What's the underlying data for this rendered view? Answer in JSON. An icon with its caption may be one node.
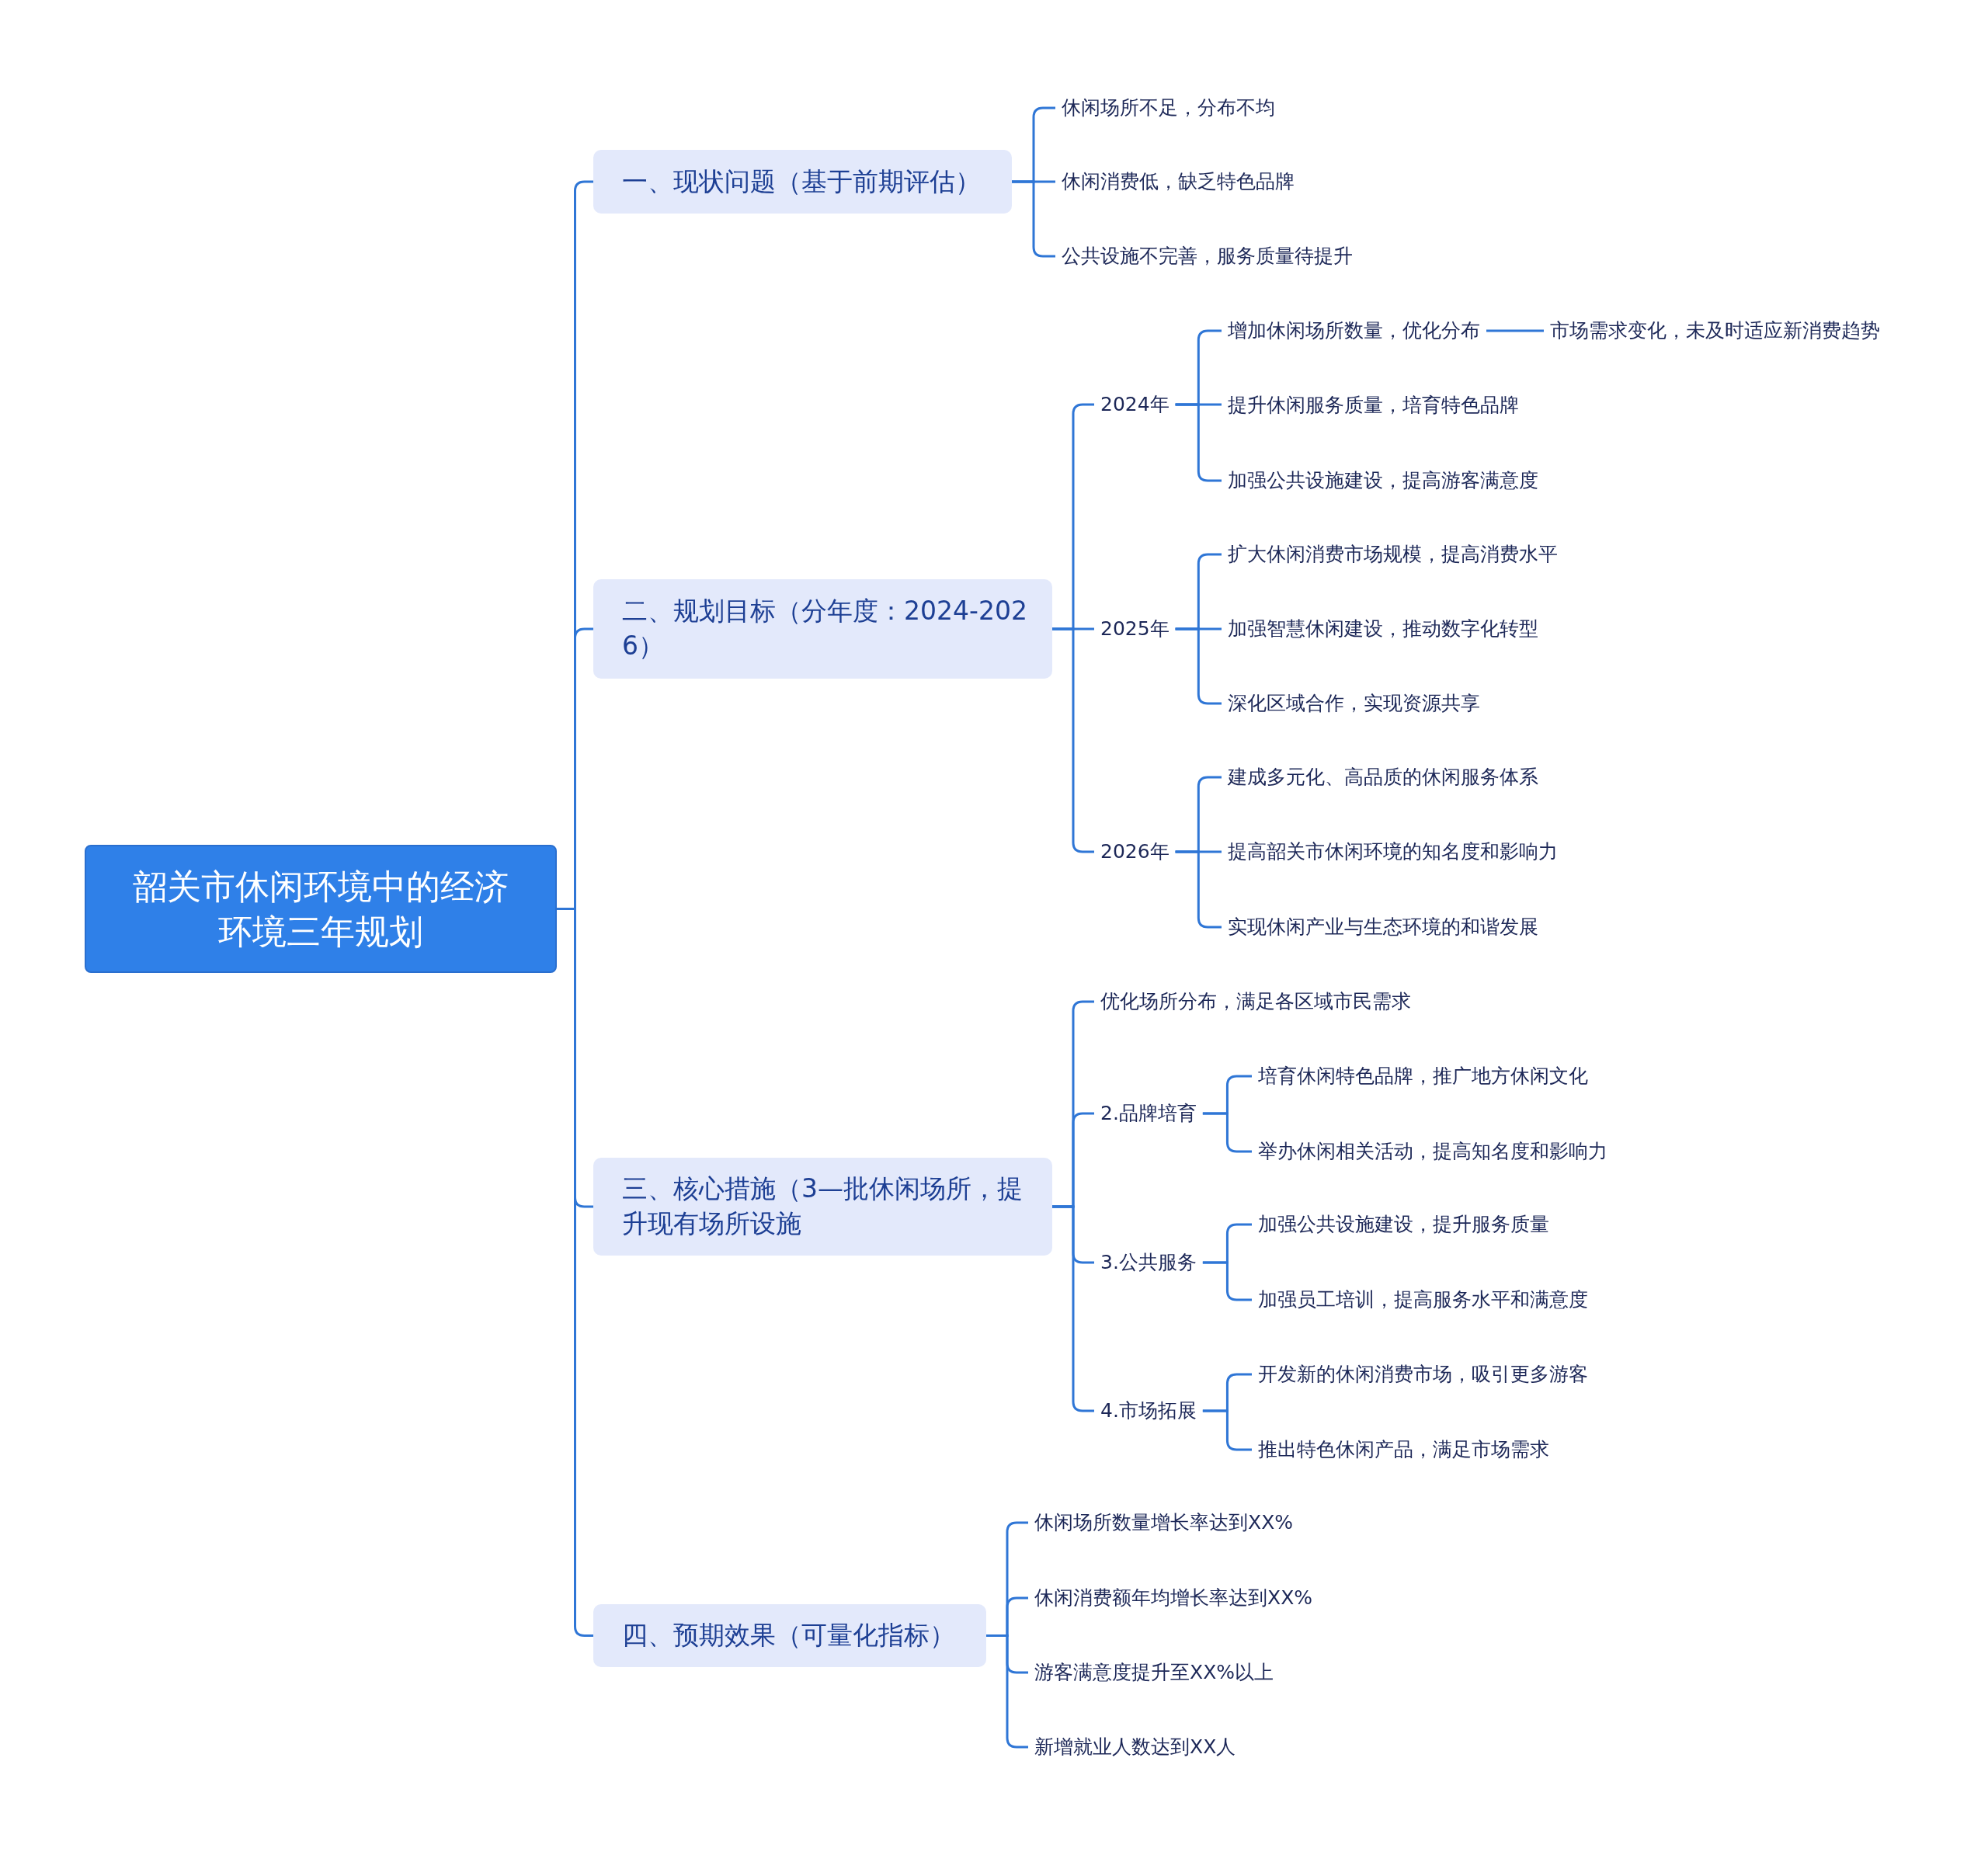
{
  "diagram": {
    "nodes": [
      {
        "text": [
          "韶关市休闲环境中的经济环境三年规划"
        ]
      },
      {
        "text": [
          "一、现状问题（基于前期评估）"
        ]
      },
      {
        "text": [
          "休闲场所不足，分布不均"
        ]
      },
      {
        "text": [
          "休闲消费低，缺乏特色品牌"
        ]
      },
      {
        "text": [
          "公共设施不完善，服务质量待提升"
        ]
      },
      {
        "text": [
          "二、规划目标（分年度：2024-2026）"
        ]
      },
      {
        "text": [
          "2024年"
        ]
      },
      {
        "text": [
          "增加休闲场所数量，优化分布"
        ]
      },
      {
        "text": [
          "市场需求变化，未及时适应新消费趋势"
        ]
      },
      {
        "text": [
          "提升休闲服务质量，培育特色品牌"
        ]
      },
      {
        "text": [
          "加强公共设施建设，提高游客满意度"
        ]
      },
      {
        "text": [
          "2025年"
        ]
      },
      {
        "text": [
          "扩大休闲消费市场规模，提高消费水平"
        ]
      },
      {
        "text": [
          "加强智慧休闲建设，推动数字化转型"
        ]
      },
      {
        "text": [
          "深化区域合作，实现资源共享"
        ]
      },
      {
        "text": [
          "2026年"
        ]
      },
      {
        "text": [
          "建成多元化、高品质的休闲服务体系"
        ]
      },
      {
        "text": [
          "提高韶关市休闲环境的知名度和影响力"
        ]
      },
      {
        "text": [
          "实现休闲产业与生态环境的和谐发展"
        ]
      },
      {
        "text": [
          "三、核心措施（3—批休闲场所，提升现有场所设施"
        ]
      },
      {
        "text": [
          "优化场所分布，满足各区域市民需求"
        ]
      },
      {
        "text": [
          "2.品牌培育"
        ]
      },
      {
        "text": [
          "培育休闲特色品牌，推广地方休闲文化"
        ]
      },
      {
        "text": [
          "举办休闲相关活动，提高知名度和影响力"
        ]
      },
      {
        "text": [
          "3.公共服务"
        ]
      },
      {
        "text": [
          "加强公共设施建设，提升服务质量"
        ]
      },
      {
        "text": [
          "加强员工培训，提高服务水平和满意度"
        ]
      },
      {
        "text": [
          "4.市场拓展"
        ]
      },
      {
        "text": [
          "开发新的休闲消费市场，吸引更多游客"
        ]
      },
      {
        "text": [
          "推出特色休闲产品，满足市场需求"
        ]
      },
      {
        "text": [
          "四、预期效果（可量化指标）"
        ]
      },
      {
        "text": [
          "休闲场所数量增长率达到XX%"
        ]
      },
      {
        "text": [
          "休闲消费额年均增长率达到XX%"
        ]
      },
      {
        "text": [
          "游客满意度提升至XX%以上"
        ]
      },
      {
        "text": [
          "新增就业人数达到XX人"
        ]
      }
    ],
    "edges": [
      {
        "from": 0,
        "to": 1,
        "arrow": "none"
      },
      {
        "from": 0,
        "to": 5,
        "arrow": "none"
      },
      {
        "from": 0,
        "to": 19,
        "arrow": "none"
      },
      {
        "from": 0,
        "to": 30,
        "arrow": "none"
      },
      {
        "from": 1,
        "to": 2,
        "arrow": "none"
      },
      {
        "from": 1,
        "to": 3,
        "arrow": "none"
      },
      {
        "from": 1,
        "to": 4,
        "arrow": "none"
      },
      {
        "from": 5,
        "to": 6,
        "arrow": "none"
      },
      {
        "from": 5,
        "to": 11,
        "arrow": "none"
      },
      {
        "from": 5,
        "to": 15,
        "arrow": "none"
      },
      {
        "from": 6,
        "to": 7,
        "arrow": "none"
      },
      {
        "from": 6,
        "to": 9,
        "arrow": "none"
      },
      {
        "from": 6,
        "to": 10,
        "arrow": "none"
      },
      {
        "from": 7,
        "to": 8,
        "arrow": "none"
      },
      {
        "from": 11,
        "to": 12,
        "arrow": "none"
      },
      {
        "from": 11,
        "to": 13,
        "arrow": "none"
      },
      {
        "from": 11,
        "to": 14,
        "arrow": "none"
      },
      {
        "from": 15,
        "to": 16,
        "arrow": "none"
      },
      {
        "from": 15,
        "to": 17,
        "arrow": "none"
      },
      {
        "from": 15,
        "to": 18,
        "arrow": "none"
      },
      {
        "from": 19,
        "to": 20,
        "arrow": "none"
      },
      {
        "from": 19,
        "to": 21,
        "arrow": "none"
      },
      {
        "from": 19,
        "to": 24,
        "arrow": "none"
      },
      {
        "from": 19,
        "to": 27,
        "arrow": "none"
      },
      {
        "from": 21,
        "to": 22,
        "arrow": "none"
      },
      {
        "from": 21,
        "to": 23,
        "arrow": "none"
      },
      {
        "from": 24,
        "to": 25,
        "arrow": "none"
      },
      {
        "from": 24,
        "to": 26,
        "arrow": "none"
      },
      {
        "from": 27,
        "to": 28,
        "arrow": "none"
      },
      {
        "from": 27,
        "to": 29,
        "arrow": "none"
      },
      {
        "from": 30,
        "to": 31,
        "arrow": "none"
      },
      {
        "from": 30,
        "to": 32,
        "arrow": "none"
      },
      {
        "from": 30,
        "to": 33,
        "arrow": "none"
      },
      {
        "from": 30,
        "to": 34,
        "arrow": "none"
      }
    ]
  }
}
